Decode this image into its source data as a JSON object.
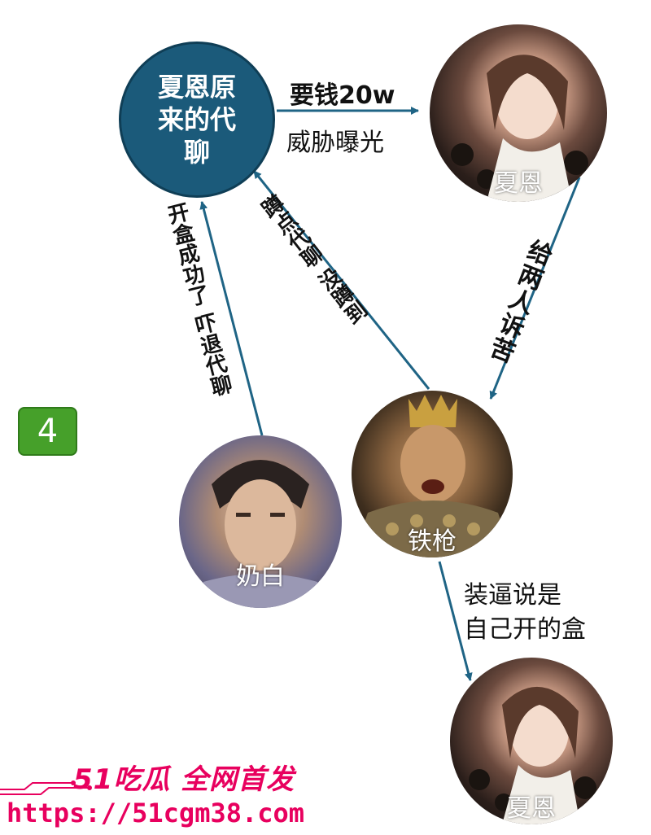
{
  "badge": "4",
  "main_node": {
    "label": "夏恩原来的代聊"
  },
  "nodes": {
    "xiaen_top": "夏恩",
    "tieqiang": "铁枪",
    "naibai": "奶白",
    "xiaen_bottom": "夏恩"
  },
  "edges": {
    "extort_1": "要钱20w",
    "extort_2": "威胁曝光",
    "complain": [
      "给",
      "两",
      "人",
      "诉",
      "苦"
    ],
    "naibai_to_main": [
      "开",
      "盒",
      "成",
      "功",
      "了",
      " ",
      "吓",
      "退",
      "代",
      "聊"
    ],
    "tieqiang_to_main": [
      "蹲",
      "点",
      "代",
      "聊",
      " ",
      "没",
      "蹲",
      "到"
    ],
    "brag_1": "装逼说是",
    "brag_2": "自己开的盒"
  },
  "watermark": {
    "brand": "51吃瓜 全网首发",
    "url": "https://51cgm38.com"
  },
  "colors": {
    "main_node": "#1b5a7a",
    "arrow": "#1f6485",
    "badge": "#46a02a",
    "watermark": "#e8005e"
  }
}
